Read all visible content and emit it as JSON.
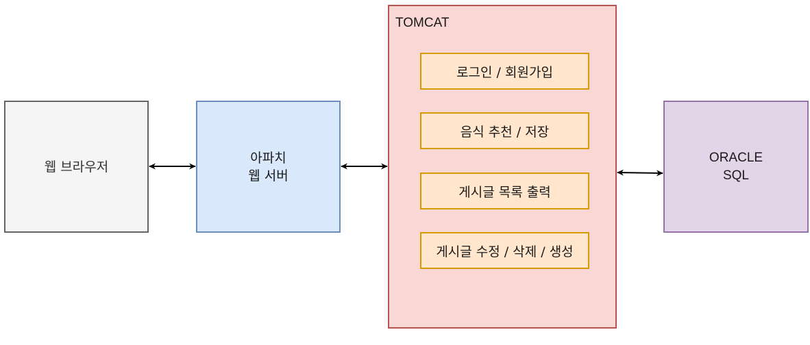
{
  "browser": {
    "label": "웹 브라우저"
  },
  "apache": {
    "line1": "아파치",
    "line2": "웹 서버"
  },
  "tomcat": {
    "title": "TOMCAT",
    "modules": [
      {
        "label": "로그인 / 회원가입"
      },
      {
        "label": "음식 추천 / 저장"
      },
      {
        "label": "게시글 목록 출력"
      },
      {
        "label": "게시글 수정 / 삭제 / 생성"
      }
    ]
  },
  "oracle": {
    "line1": "ORACLE",
    "line2": "SQL"
  },
  "colors": {
    "browser_fill": "#f5f5f5",
    "browser_stroke": "#666666",
    "apache_fill": "#dae8fc",
    "apache_stroke": "#6c8ebf",
    "tomcat_fill": "#f8d7d4",
    "tomcat_stroke": "#b85450",
    "module_fill": "#ffe6cc",
    "module_stroke": "#d79b00",
    "oracle_fill": "#e1d5e7",
    "oracle_stroke": "#9673a6"
  }
}
